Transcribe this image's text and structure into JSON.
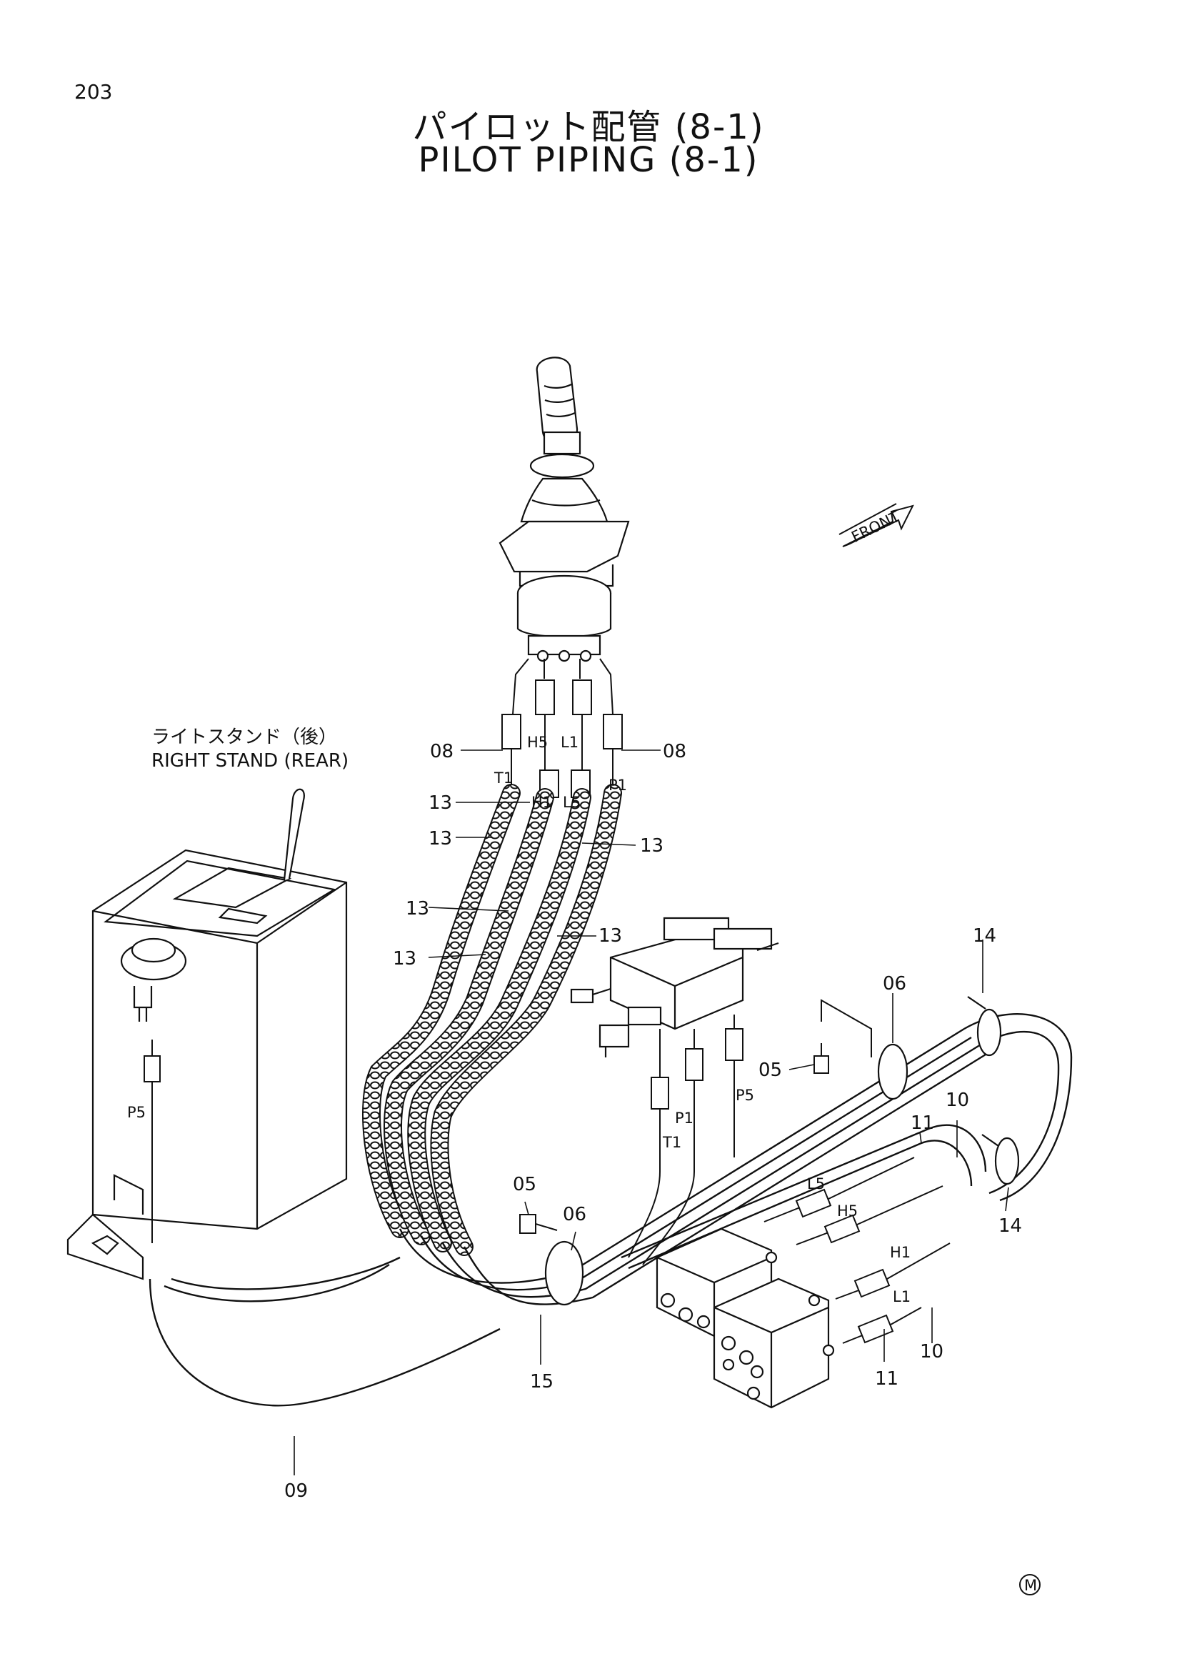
{
  "header": {
    "page_number": "203",
    "title_jp": "パイロット配管 (8-1)",
    "title_en": "PILOT PIPING (8-1)"
  },
  "stand_label": {
    "jp": "ライトスタンド（後）",
    "en": "RIGHT STAND (REAR)"
  },
  "front_indicator": "FRONT",
  "callouts": {
    "c08_left": "08",
    "c08_right": "08",
    "c13_a": "13",
    "c13_b": "13",
    "c13_c": "13",
    "c13_d": "13",
    "c13_e": "13",
    "c13_f": "13",
    "c14_top": "14",
    "c14_bottom": "14",
    "c06_top": "06",
    "c06_mid": "06",
    "c05_right": "05",
    "c05_left": "05",
    "c10_top": "10",
    "c10_bottom": "10",
    "c11_top": "11",
    "c11_bottom": "11",
    "c15": "15",
    "c09": "09"
  },
  "port_tags": {
    "h5_top": "H5",
    "l1_top": "L1",
    "t1_top": "T1",
    "p1_top": "P1",
    "h1_top": "H1",
    "l5_top": "L5",
    "p5_left": "P5",
    "t1_mid": "T1",
    "p1_mid": "P1",
    "p5_mid": "P5",
    "l5_right": "L5",
    "h5_right": "H5",
    "h1_right": "H1",
    "l1_right": "L1"
  },
  "footer_mark": "M"
}
